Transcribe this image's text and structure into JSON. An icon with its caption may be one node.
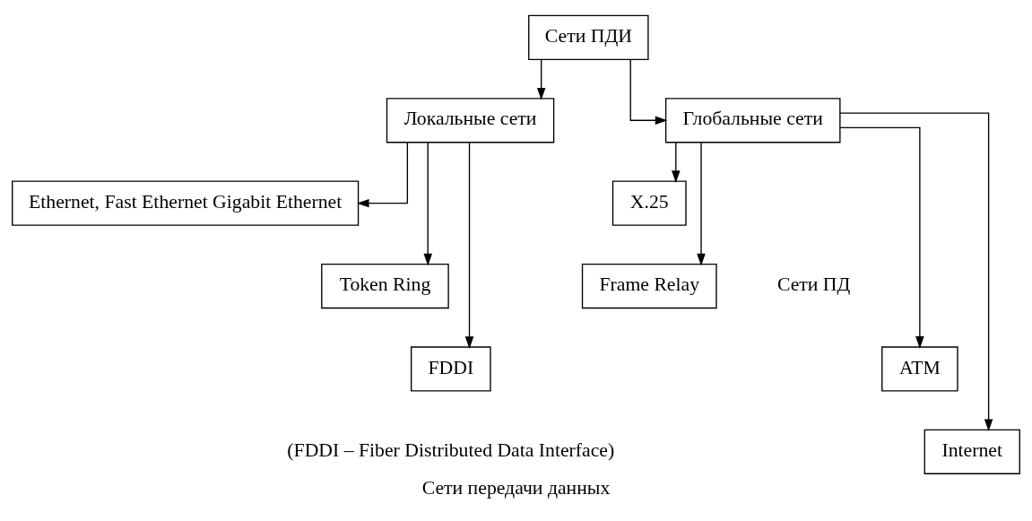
{
  "diagram": {
    "caption": "Сети передачи данных",
    "nodes": [
      {
        "text": [
          "Сети ПДИ"
        ]
      },
      {
        "text": [
          "Локальные сети"
        ]
      },
      {
        "text": [
          "Глобальные сети"
        ]
      },
      {
        "text": [
          "Ethernet, Fast Ethernet Gigabit Ethernet"
        ]
      },
      {
        "text": [
          "Token Ring"
        ]
      },
      {
        "text": [
          "FDDI"
        ]
      },
      {
        "text": [
          "X.25"
        ]
      },
      {
        "text": [
          "Frame Relay"
        ]
      },
      {
        "text": [
          "ATM"
        ]
      },
      {
        "text": [
          "Internet"
        ]
      }
    ],
    "edges": [
      {
        "from": 0,
        "to": 1,
        "arrow": "to"
      },
      {
        "from": 0,
        "to": 2,
        "arrow": "to"
      },
      {
        "from": 1,
        "to": 3,
        "arrow": "to"
      },
      {
        "from": 1,
        "to": 4,
        "arrow": "to"
      },
      {
        "from": 1,
        "to": 5,
        "arrow": "to"
      },
      {
        "from": 2,
        "to": 6,
        "arrow": "to"
      },
      {
        "from": 2,
        "to": 7,
        "arrow": "to"
      },
      {
        "from": 2,
        "to": 8,
        "arrow": "to"
      },
      {
        "from": 2,
        "to": 9,
        "arrow": "to"
      }
    ],
    "labels": [
      "Сети ПД",
      "(FDDI – Fiber Distributed Data Interface)"
    ]
  }
}
